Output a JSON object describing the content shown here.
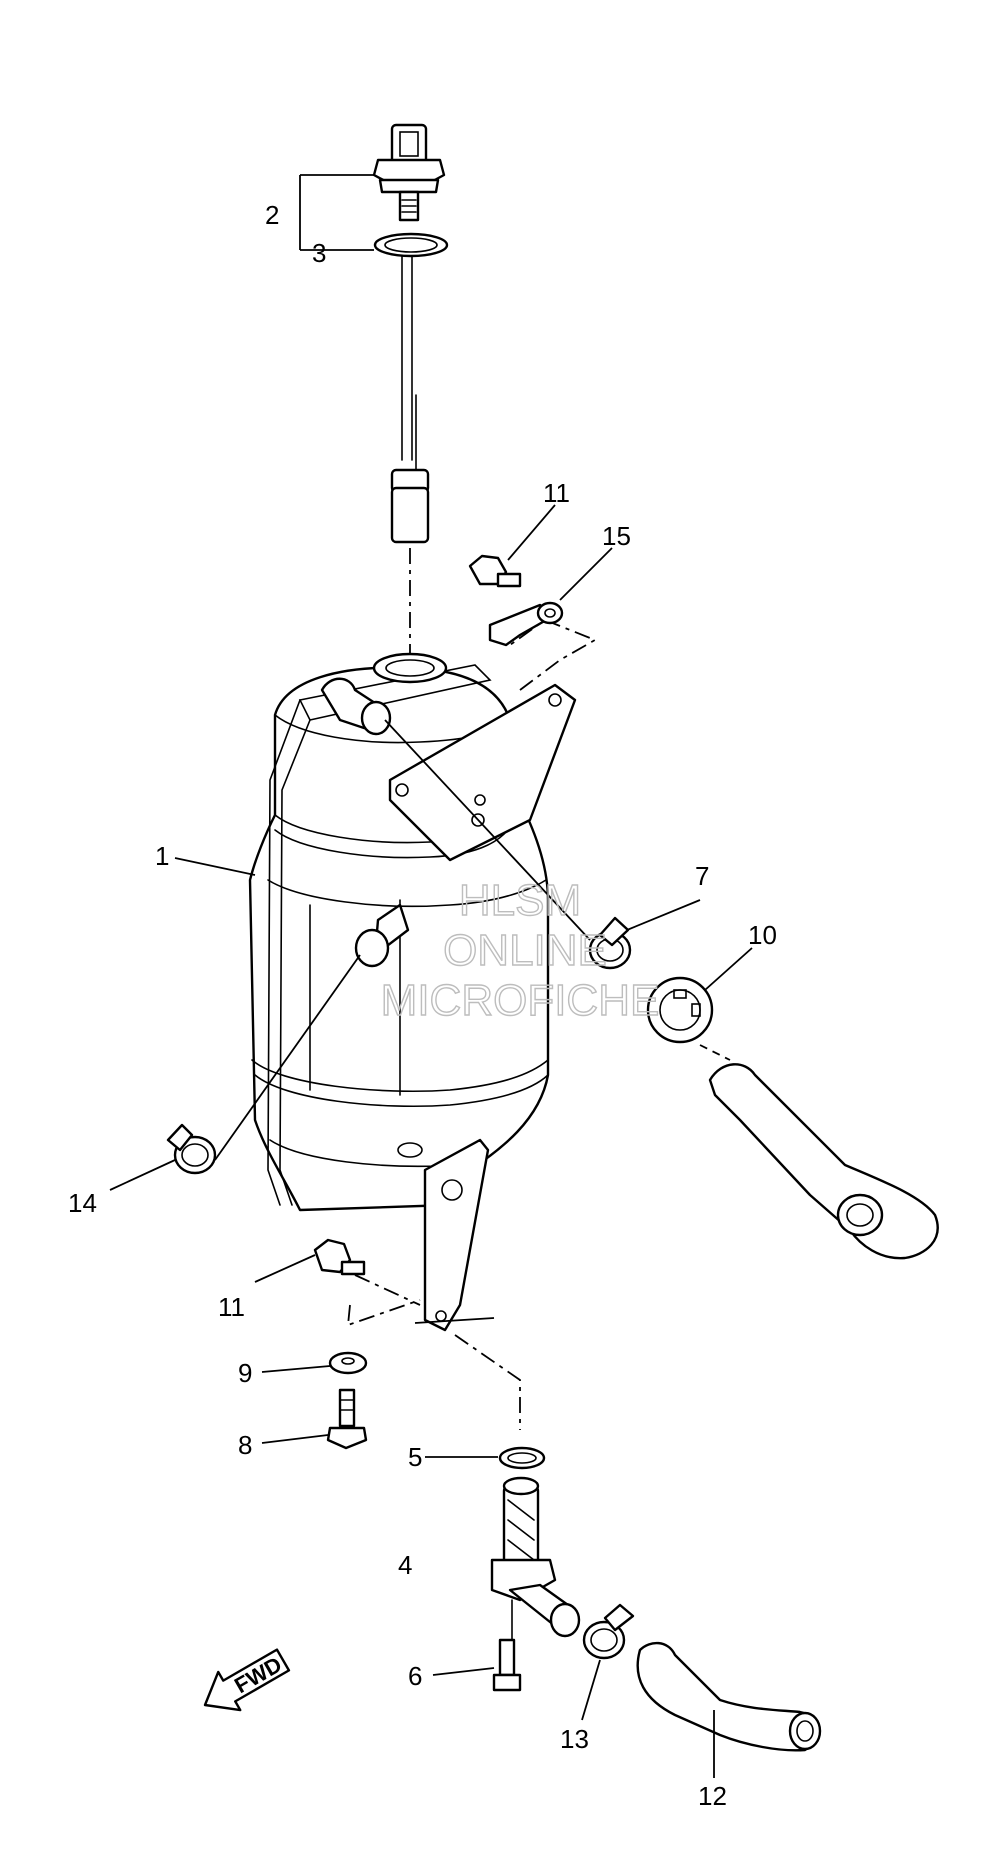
{
  "watermark": [
    "HLSM",
    "ONLINE",
    "MICROFICHE"
  ],
  "direction_label": "FWD",
  "callouts": {
    "c1": "1",
    "c2": "2",
    "c3": "3",
    "c4": "4",
    "c5": "5",
    "c6": "6",
    "c7": "7",
    "c8": "8",
    "c9": "9",
    "c10": "10",
    "c11a": "11",
    "c11b": "11",
    "c12": "12",
    "c13": "13",
    "c14": "14",
    "c15": "15"
  }
}
